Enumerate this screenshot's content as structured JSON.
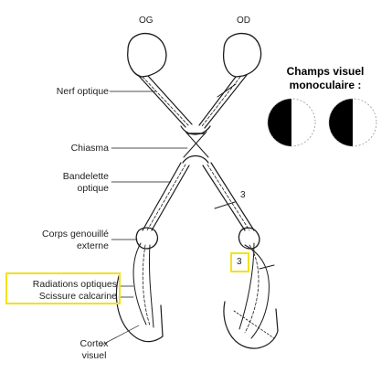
{
  "eyes": {
    "left": "OG",
    "right": "OD"
  },
  "labels": {
    "nerf": "Nerf optique",
    "chiasma": "Chiasma",
    "bandelette_1": "Bandelette",
    "bandelette_2": "optique",
    "corps_1": "Corps genouillé",
    "corps_2": "externe",
    "radiations": "Radiations optiques",
    "scissure": "Scissure calcarine",
    "cortex_1": "Cortex",
    "cortex_2": "visuel"
  },
  "field_title": {
    "line1": "Champs visuel",
    "line2": "monoculaire :"
  },
  "markers": {
    "upper": "3",
    "boxed": "3"
  },
  "colors": {
    "highlight": "#f2e21a",
    "ink": "#1a1a1a",
    "field_dark": "#000000"
  }
}
